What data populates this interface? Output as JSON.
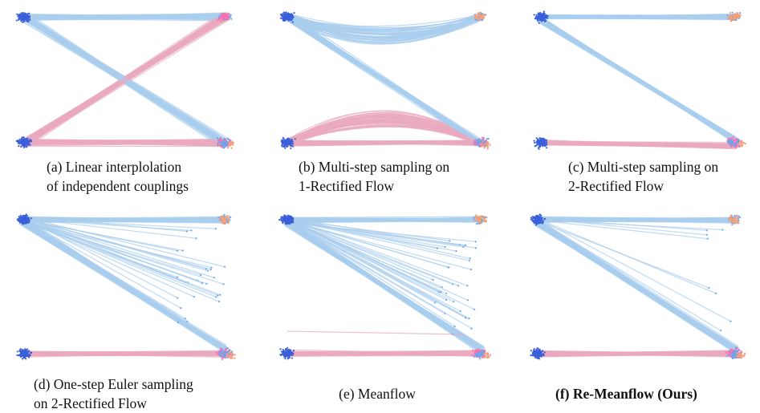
{
  "figure": {
    "colors": {
      "source_cluster": "#3a5fd9",
      "target_blue": "#6aa6ee",
      "target_pink": "#ff6fae",
      "target_orange": "#f5a07a",
      "line_blue": "#a9cdee",
      "line_pink": "#e9aabf"
    },
    "panels": [
      {
        "id": "a",
        "caption_lines": [
          "(a) Linear interplolation",
          "of independent couplings"
        ],
        "bold": false
      },
      {
        "id": "b",
        "caption_lines": [
          "(b) Multi-step sampling on",
          "1-Rectified Flow"
        ],
        "bold": false
      },
      {
        "id": "c",
        "caption_lines": [
          "(c) Multi-step sampling on",
          "2-Rectified Flow"
        ],
        "bold": false
      },
      {
        "id": "d",
        "caption_lines": [
          "(d) One-step Euler sampling",
          "on 2-Rectified Flow"
        ],
        "bold": false
      },
      {
        "id": "e",
        "caption_lines": [
          "(e) Meanflow"
        ],
        "bold": false
      },
      {
        "id": "f",
        "caption_lines": [
          "(f) Re-Meanflow (Ours)"
        ],
        "bold": true
      }
    ]
  }
}
